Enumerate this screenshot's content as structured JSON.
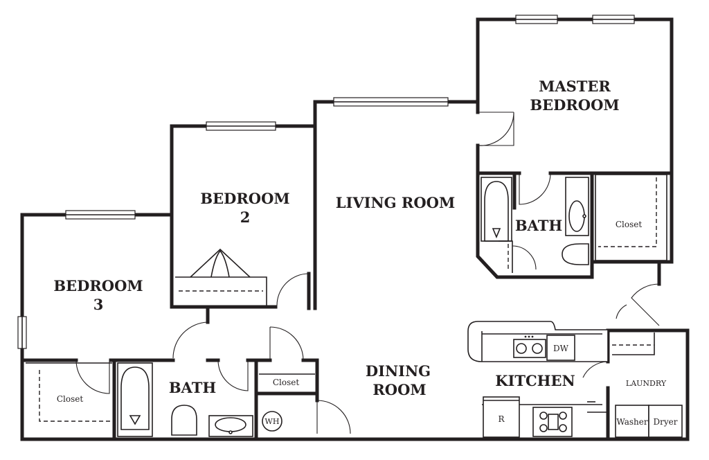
{
  "rooms": {
    "master_line1": "MASTER",
    "master_line2": "BEDROOM",
    "bed2_line1": "BEDROOM",
    "bed2_line2": "2",
    "bed3_line1": "BEDROOM",
    "bed3_line2": "3",
    "living": "LIVING ROOM",
    "dining_line1": "DINING",
    "dining_line2": "ROOM",
    "kitchen": "KITCHEN",
    "master_bath": "BATH",
    "hall_bath": "BATH",
    "laundry": "LAUNDRY"
  },
  "fixtures": {
    "master_closet": "Closet",
    "bed3_closet": "Closet",
    "hall_closet": "Closet",
    "water_heater": "WH",
    "dishwasher": "DW",
    "refrigerator": "R",
    "washer": "Washer",
    "dryer": "Dryer"
  }
}
